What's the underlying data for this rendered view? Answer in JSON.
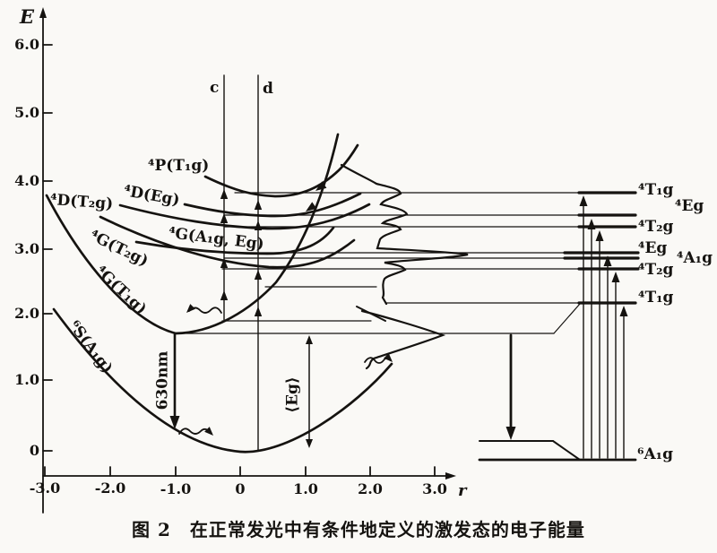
{
  "axes": {
    "y_label": "E",
    "y_ticks": [
      "6.0",
      "5.0",
      "4.0",
      "3.0",
      "2.0",
      "1.0",
      "0"
    ],
    "x_ticks": [
      "-3.0",
      "-2.0",
      "-1.0",
      "0",
      "1.0",
      "2.0",
      "3.0"
    ],
    "x_label": "r"
  },
  "excitation_lines": {
    "c": "c",
    "d": "d"
  },
  "emission": {
    "wavelength": "630nm"
  },
  "energy_gap_label": "⟨Eg⟩",
  "curve_labels": {
    "p_t1g": "⁴P(T₁g)",
    "d_eg": "⁴D(Eg)",
    "d_t2g": "⁴D(T₂g)",
    "g_a1g_eg": "⁴G(A₁g, Eg)",
    "g_t2g": "⁴G(T₂g)",
    "g_t1g": "⁴G(T₁g)",
    "s_a1g": "⁶S(A₁g)"
  },
  "level_labels": {
    "t1g_top": "⁴T₁g",
    "eg_top": "⁴Eg",
    "t2g_upper": "⁴T₂g",
    "eg_mid": "⁴Eg",
    "a1g_mid": "⁴A₁g",
    "t2g_lower": "⁴T₂g",
    "t1g_lower": "⁴T₁g",
    "a1g_ground": "⁶A₁g"
  },
  "caption": "图 2　在正常发光中有条件地定义的激发态的电子能量"
}
